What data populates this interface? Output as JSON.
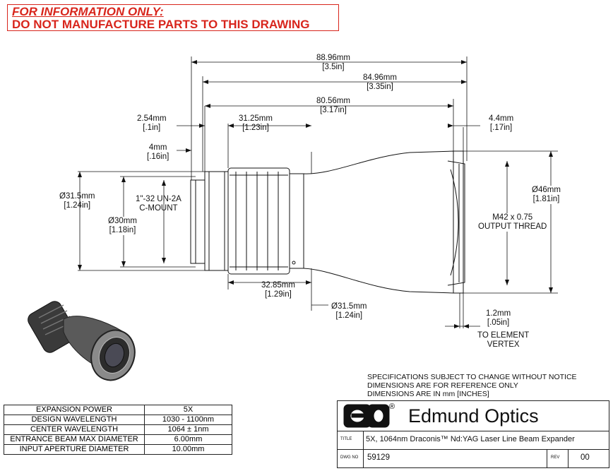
{
  "warning": {
    "line1": "FOR INFORMATION ONLY:",
    "line2": "DO NOT MANUFACTURE PARTS TO THIS DRAWING",
    "color": "#d8251c"
  },
  "dimensions": {
    "overall_mm": "88.96mm",
    "overall_in": "[3.5in]",
    "body_mm": "84.96mm",
    "body_in": "[3.35in]",
    "mid_mm": "80.56mm",
    "mid_in": "[3.17in]",
    "flange_mm": "2.54mm",
    "flange_in": "[.1in]",
    "knurl_mm": "31.25mm",
    "knurl_in": "[1.23in]",
    "end_mm": "4.4mm",
    "end_in": "[.17in]",
    "thread_len_mm": "4mm",
    "thread_len_in": "[.16in]",
    "outer_dia_mm": "Ø31.5mm",
    "outer_dia_in": "[1.24in]",
    "cmount_label1": "1\"-32 UN-2A",
    "cmount_label2": "C-MOUNT",
    "inner_dia_mm": "Ø30mm",
    "inner_dia_in": "[1.18in]",
    "output_dia_mm": "Ø46mm",
    "output_dia_in": "[1.81in]",
    "output_thread1": "M42 x 0.75",
    "output_thread2": "OUTPUT THREAD",
    "knurl_dia_mm": "32.85mm",
    "knurl_dia_in": "[1.29in]",
    "neck_dia_mm": "Ø31.5mm",
    "neck_dia_in": "[1.24in]",
    "vertex_mm": "1.2mm",
    "vertex_in": "[.05in]",
    "vertex_label1": "TO ELEMENT",
    "vertex_label2": "VERTEX"
  },
  "notes": [
    "SPECIFICATIONS SUBJECT TO CHANGE WITHOUT NOTICE",
    "DIMENSIONS ARE FOR REFERENCE ONLY",
    "DIMENSIONS ARE IN mm [INCHES]"
  ],
  "specs": [
    {
      "label": "EXPANSION POWER",
      "value": "5X"
    },
    {
      "label": "DESIGN WAVELENGTH",
      "value": "1030 - 1100nm"
    },
    {
      "label": "CENTER WAVELENGTH",
      "value": "1064 ± 1nm"
    },
    {
      "label": "ENTRANCE BEAM MAX DIAMETER",
      "value": "6.00mm"
    },
    {
      "label": "INPUT APERTURE DIAMETER",
      "value": "10.00mm"
    }
  ],
  "title_block": {
    "company": "Edmund Optics",
    "reg": "®",
    "title_label": "TITLE",
    "title": "5X, 1064nm Draconis™ Nd:YAG Laser Line Beam Expander",
    "dwg_label": "DWG NO",
    "dwg_no": "59129",
    "rev_label": "REV",
    "rev": "00"
  }
}
